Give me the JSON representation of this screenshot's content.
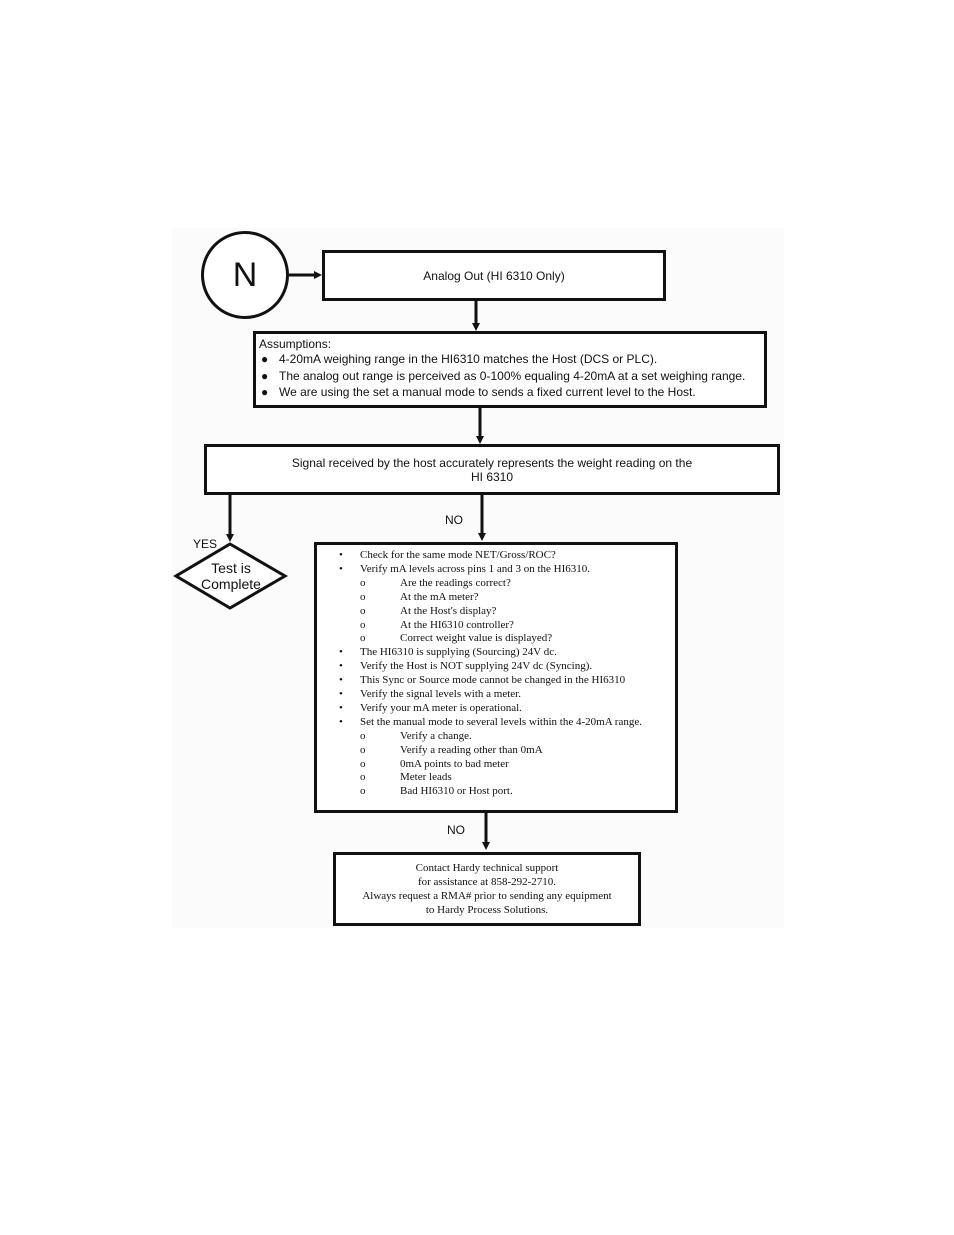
{
  "start_connector": "N",
  "step_analog_out": "Analog Out (HI 6310 Only)",
  "assumptions": {
    "title": "Assumptions:",
    "items": [
      "4-20mA weighing range in the HI6310 matches the Host (DCS or PLC).",
      "The analog out range is perceived as 0-100% equaling 4-20mA at  a set weighing  range.",
      "We are using the set a manual mode to sends a fixed current level to the Host."
    ]
  },
  "decision_signal": {
    "line1": "Signal received by the host accurately represents the weight reading on the",
    "line2": "HI 6310"
  },
  "yes_label": "YES",
  "no_label_1": "NO",
  "no_label_2": "NO",
  "test_complete": {
    "line1": "Test is",
    "line2": "Complete"
  },
  "checks": [
    {
      "level": 1,
      "text": "Check for the same mode NET/Gross/ROC?"
    },
    {
      "level": 1,
      "text": "Verify mA levels across pins 1 and 3 on the HI6310."
    },
    {
      "level": 2,
      "text": "Are the readings correct?"
    },
    {
      "level": 2,
      "text": "At the mA meter?"
    },
    {
      "level": 2,
      "text": "At the Host's display?"
    },
    {
      "level": 2,
      "text": "At the HI6310 controller?"
    },
    {
      "level": 2,
      "text": "Correct weight value is displayed?"
    },
    {
      "level": 1,
      "text": "The HI6310 is supplying (Sourcing) 24V dc."
    },
    {
      "level": 1,
      "text": "Verify the Host is NOT supplying 24V dc (Syncing)."
    },
    {
      "level": 1,
      "text": "This Sync or Source mode cannot be changed in the HI6310"
    },
    {
      "level": 1,
      "text": " Verify the signal levels with a meter."
    },
    {
      "level": 1,
      "text": "Verify your mA meter is operational."
    },
    {
      "level": 1,
      "text": "Set the manual mode to several levels within the 4-20mA range."
    },
    {
      "level": 2,
      "text": "Verify a change."
    },
    {
      "level": 2,
      "text": "Verify a reading other than 0mA"
    },
    {
      "level": 2,
      "text": "0mA points to bad meter"
    },
    {
      "level": 2,
      "text": "Meter leads"
    },
    {
      "level": 2,
      "text": "Bad HI6310 or Host port."
    }
  ],
  "contact": {
    "line1": "Contact Hardy technical support",
    "line2": "for assistance at 858-292-2710.",
    "line3": "Always request a RMA# prior to sending any equipment",
    "line4": "to Hardy Process Solutions."
  }
}
